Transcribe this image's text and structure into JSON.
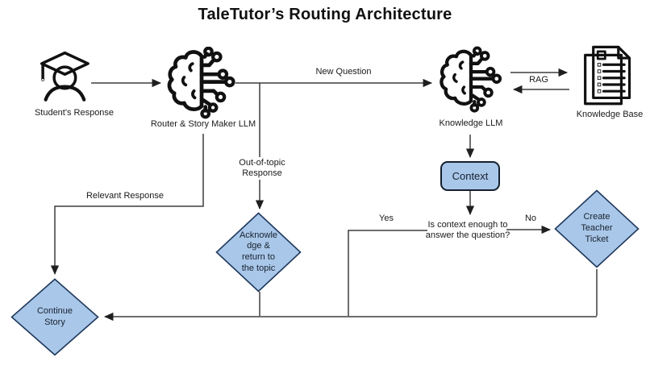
{
  "title": "TaleTutor’s Routing Architecture",
  "colors": {
    "node_fill": "#A9C7E9",
    "node_border": "#20395C",
    "connector": "#3D3D3D",
    "text": "#1A1A1A",
    "background": "#FFFFFF"
  },
  "nodes": {
    "student": {
      "label": "Student's Response",
      "icon": "graduate-student-icon"
    },
    "router_llm": {
      "label": "Router & Story Maker LLM",
      "icon": "brain-circuit-icon"
    },
    "knowledge_llm": {
      "label": "Knowledge LLM",
      "icon": "brain-circuit-icon"
    },
    "knowledge_base": {
      "label": "Knowledge Base",
      "icon": "document-stack-icon"
    },
    "context": {
      "label": "Context"
    },
    "question": {
      "label": "Is context enough to\nanswer the question?"
    },
    "acknowledge": {
      "label": "Acknowle\ndge &\nreturn to\nthe topic"
    },
    "continue_story": {
      "label": "Continue\nStory"
    },
    "create_ticket": {
      "label": "Create\nTeacher\nTicket"
    }
  },
  "edges": {
    "new_question": "New Question",
    "out_of_topic": "Out-of-topic\nResponse",
    "relevant_response": "Relevant Response",
    "rag": "RAG",
    "yes": "Yes",
    "no": "No"
  }
}
